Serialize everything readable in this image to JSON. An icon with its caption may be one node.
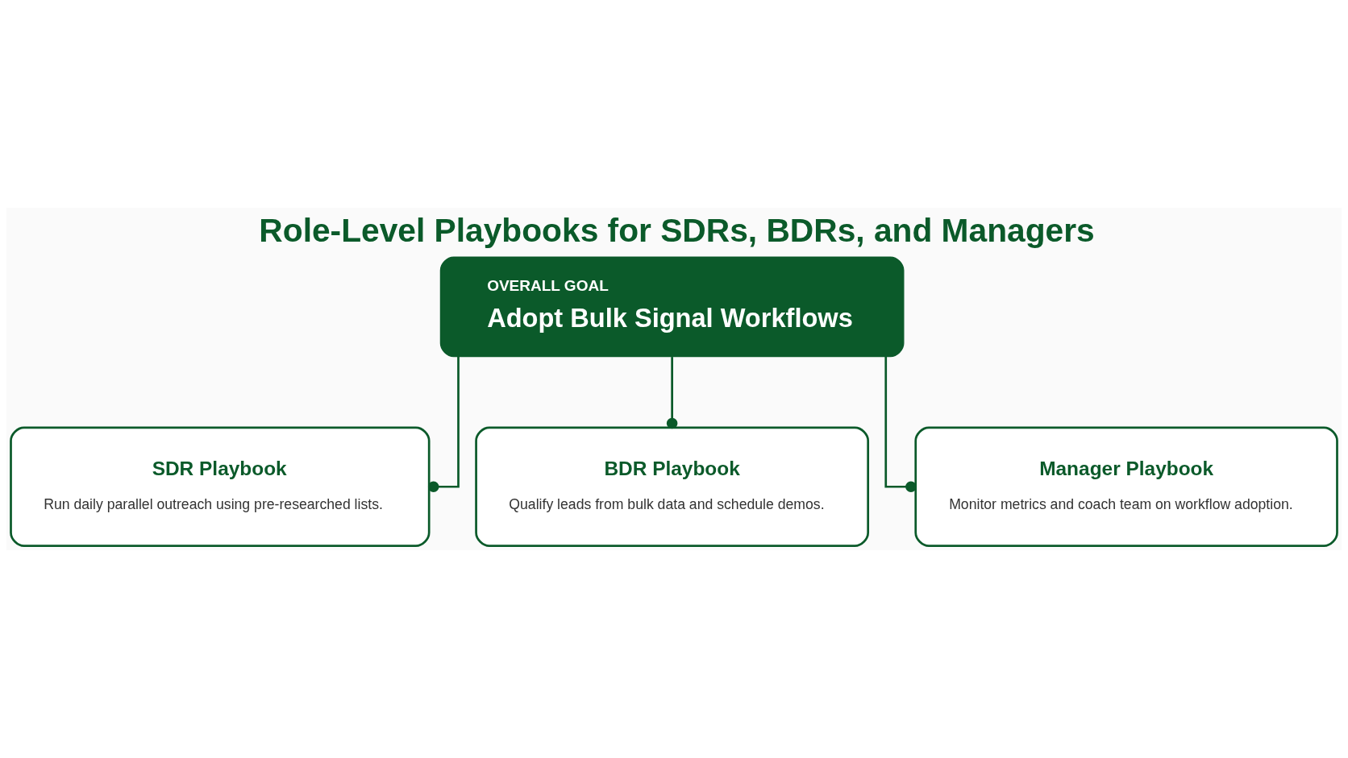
{
  "diagram": {
    "title": "Role-Level Playbooks for SDRs, BDRs, and Managers",
    "nodes": [
      {
        "text": [
          "OVERALL GOAL",
          "Adopt Bulk Signal Workflows"
        ]
      },
      {
        "text": [
          "SDR Playbook",
          "Run daily parallel outreach using pre-researched lists."
        ]
      },
      {
        "text": [
          "BDR Playbook",
          "Qualify leads from bulk data and schedule demos."
        ]
      },
      {
        "text": [
          "Manager Playbook",
          "Monitor metrics and coach team on workflow adoption."
        ]
      }
    ],
    "edges": [
      {
        "from": 0,
        "to": 1,
        "arrow": "other"
      },
      {
        "from": 0,
        "to": 2,
        "arrow": "other"
      },
      {
        "from": 0,
        "to": 3,
        "arrow": "other"
      }
    ]
  }
}
